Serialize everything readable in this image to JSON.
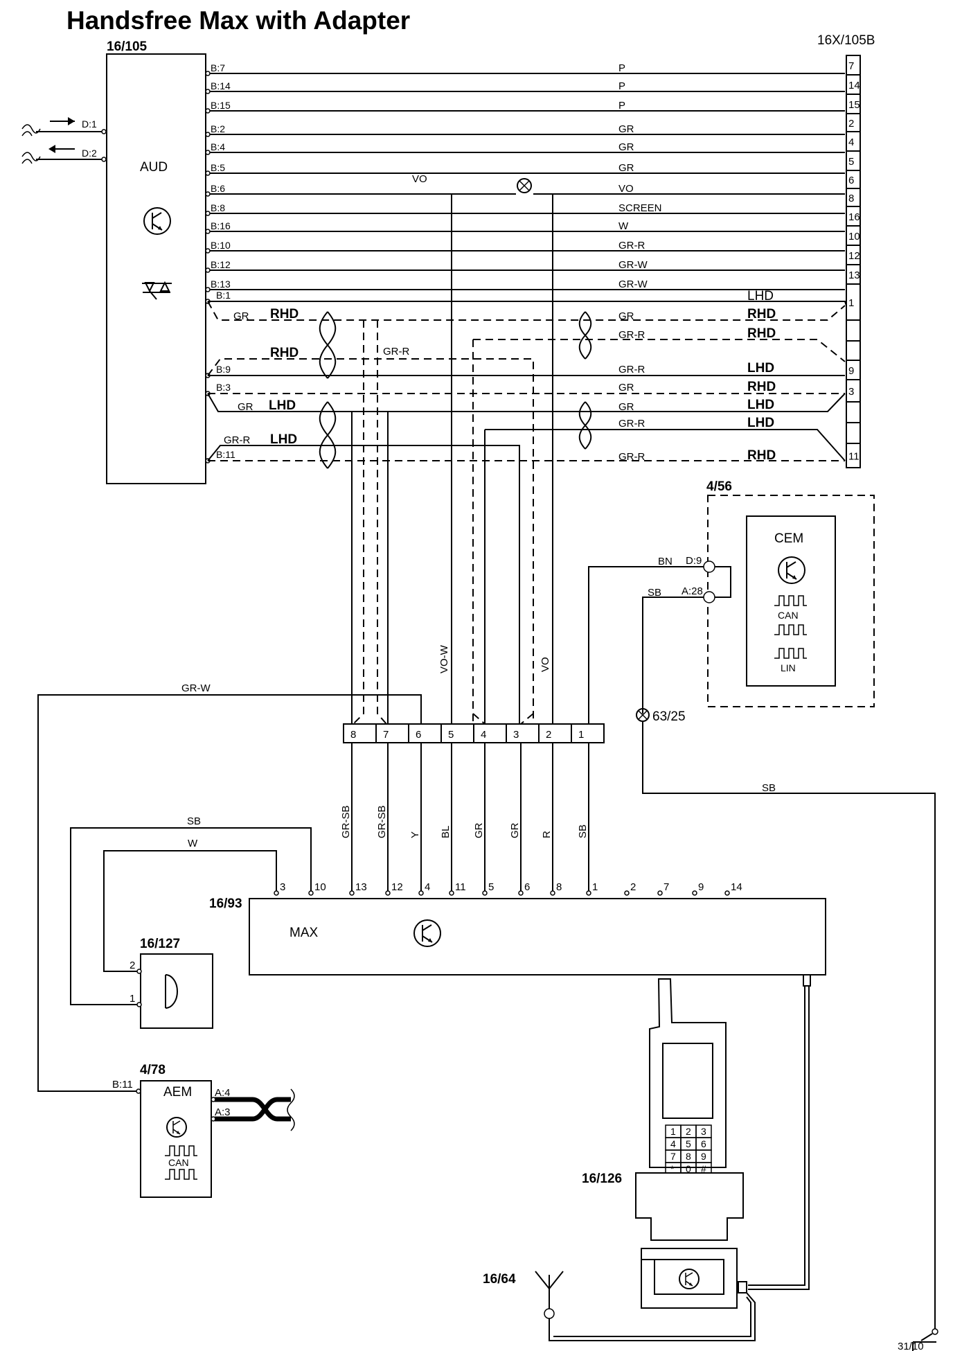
{
  "title": "Handsfree Max with Adapter",
  "components": {
    "aud": {
      "id": "16/105",
      "name": "AUD"
    },
    "connector": {
      "id": "16X/105B"
    },
    "cem": {
      "id": "4/56",
      "name": "CEM",
      "can": "CAN",
      "lin": "LIN"
    },
    "max": {
      "id": "16/93",
      "name": "MAX"
    },
    "mic": {
      "id": "16/127"
    },
    "aem": {
      "id": "4/78",
      "name": "AEM",
      "can": "CAN"
    },
    "phone": {
      "id": "16/126",
      "keys": [
        "1",
        "2",
        "3",
        "4",
        "5",
        "6",
        "7",
        "8",
        "9",
        "*",
        "0",
        "#"
      ]
    },
    "antenna": {
      "id": "16/64"
    },
    "ground1": {
      "id": "63/25"
    },
    "ground2": {
      "id": "31/10"
    }
  },
  "aud_pins": [
    "B:7",
    "B:14",
    "B:15",
    "B:2",
    "B:4",
    "B:5",
    "B:6",
    "B:8",
    "B:16",
    "B:10",
    "B:12",
    "B:13",
    "B:1",
    "B:9",
    "B:3",
    "B:11"
  ],
  "aud_inputs": [
    "D:1",
    "D:2"
  ],
  "wire_colors": [
    "P",
    "P",
    "P",
    "GR",
    "GR",
    "GR",
    "VO",
    "SCREEN",
    "W",
    "GR-R",
    "GR-W",
    "GR-W",
    "GR",
    "GR",
    "GR-R",
    "GR-R",
    "GR",
    "GR",
    "GR",
    "GR-R",
    "GR-R"
  ],
  "mid_labels": {
    "vo": "VO",
    "gr": "GR",
    "gr_r": "GR-R",
    "rhd": "RHD",
    "lhd": "LHD"
  },
  "variant_labels": [
    "LHD",
    "RHD",
    "RHD",
    "LHD",
    "RHD",
    "LHD",
    "LHD",
    "RHD"
  ],
  "connector_pins": [
    "7",
    "14",
    "15",
    "2",
    "4",
    "5",
    "6",
    "8",
    "16",
    "10",
    "12",
    "13",
    "1",
    "9",
    "3",
    "11"
  ],
  "cem_pins": {
    "d9": "D:9",
    "a28": "A:28",
    "bn": "BN",
    "sb": "SB"
  },
  "vertical_labels": {
    "vo_w": "VO-W",
    "vo": "VO",
    "gr_w": "GR-W",
    "sb": "SB"
  },
  "adapter_pins": [
    "8",
    "7",
    "6",
    "5",
    "4",
    "3",
    "2",
    "1"
  ],
  "lower_wires": [
    "GR-SB",
    "GR-SB",
    "Y",
    "BL",
    "GR",
    "GR",
    "R",
    "SB"
  ],
  "max_pins": [
    "3",
    "10",
    "13",
    "12",
    "4",
    "11",
    "5",
    "6",
    "8",
    "1",
    "2",
    "7",
    "9",
    "14"
  ],
  "mic_wires": {
    "sb": "SB",
    "w": "W"
  },
  "mic_pins": [
    "2",
    "1"
  ],
  "aem_pins": {
    "b11": "B:11",
    "a4": "A:4",
    "a3": "A:3"
  }
}
